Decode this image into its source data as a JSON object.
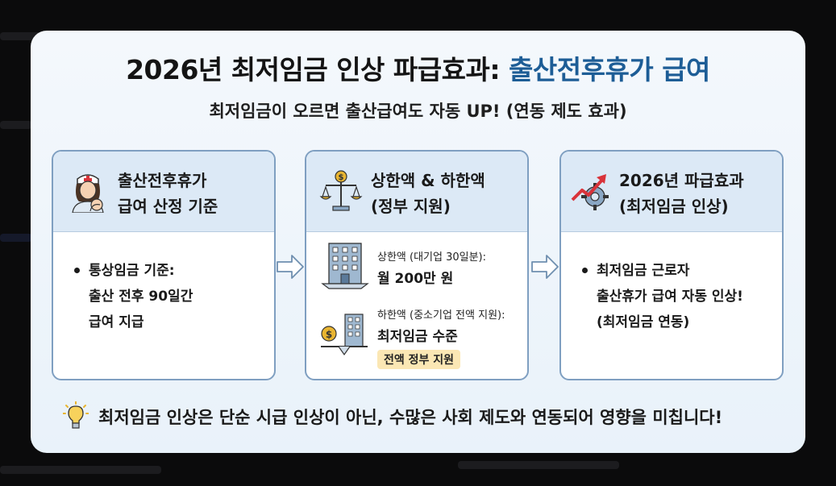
{
  "title": {
    "main": "2026년 최저임금 인상 파급효과: ",
    "accent": "출산전후휴가 급여"
  },
  "subtitle": "최저임금이 오르면 출산급여도 자동 UP! (연동 제도 효과)",
  "panels": [
    {
      "title_line1": "출산전후휴가",
      "title_line2": "급여 산정 기준",
      "icon": "nurse-mother-icon",
      "bullet_line1": "통상임금 기준:",
      "bullet_line2": "출산 전후 90일간",
      "bullet_line3": "급여 지급"
    },
    {
      "title_line1": "상한액 & 하한액",
      "title_line2": "(정부 지원)",
      "icon": "scale-icon",
      "upper_label": "상한액 (대기업 30일분):",
      "upper_value": "월 200만 원",
      "lower_label": "하한액 (중소기업 전액 지원):",
      "lower_value": "최저임금 수준",
      "lower_tag": "전액 정부 지원"
    },
    {
      "title_line1": "2026년 파급효과",
      "title_line2": "(최저임금 인상)",
      "icon": "trend-gear-icon",
      "bullet_line1": "최저임금 근로자",
      "bullet_line2": "출산휴가 급여 자동 인상!",
      "bullet_line3": "(최저임금 연동)"
    }
  ],
  "footer": "최저임금 인상은 단순 시급 인상이 아닌, 수많은 사회 제도와 연동되어 영향을 미칩니다!",
  "colors": {
    "accent": "#1d5d96",
    "panel_border": "#7f9fc1",
    "panel_header": "#dce9f6",
    "tag": "#fbe7b4"
  }
}
